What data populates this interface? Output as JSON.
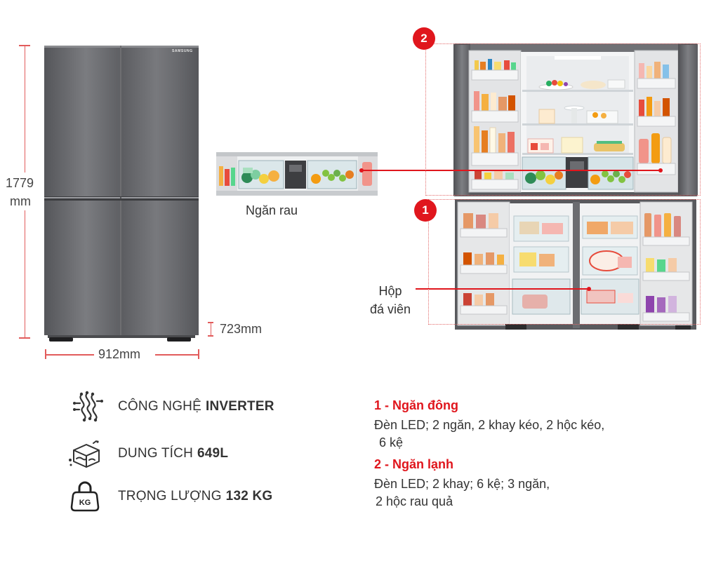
{
  "dimensions": {
    "height_value": "1779",
    "height_unit": "mm",
    "depth_label": "723mm",
    "width_label": "912mm"
  },
  "brand_logo": "SAMSUNG",
  "callouts": {
    "vegetable_drawer": "Ngăn rau",
    "ice_box_line1": "Hộp",
    "ice_box_line2": "đá viên",
    "badge_fridge": "2",
    "badge_freezer": "1"
  },
  "specs": [
    {
      "icon": "inverter-chip-icon",
      "label": "CÔNG NGHỆ",
      "value": "INVERTER"
    },
    {
      "icon": "capacity-box-icon",
      "label": "DUNG TÍCH",
      "value": "649L"
    },
    {
      "icon": "weight-kettlebell-icon",
      "label": "TRỌNG LƯỢNG",
      "value": "132 KG",
      "icon_text": "KG"
    }
  ],
  "compartments": [
    {
      "title": "1 - Ngăn đông",
      "line1": "Đèn LED; 2 ngăn, 2 khay kéo, 2 hộc kéo,",
      "line2": "6 kệ"
    },
    {
      "title": "2 - Ngăn lạnh",
      "line1": "Đèn LED; 2 khay; 6 kệ; 3 ngăn,",
      "line2": "2 hộc rau quả"
    }
  ],
  "colors": {
    "accent": "#e0161d",
    "dimension": "#e25b5b",
    "text": "#333333",
    "fridge_steel": "#66676b"
  }
}
